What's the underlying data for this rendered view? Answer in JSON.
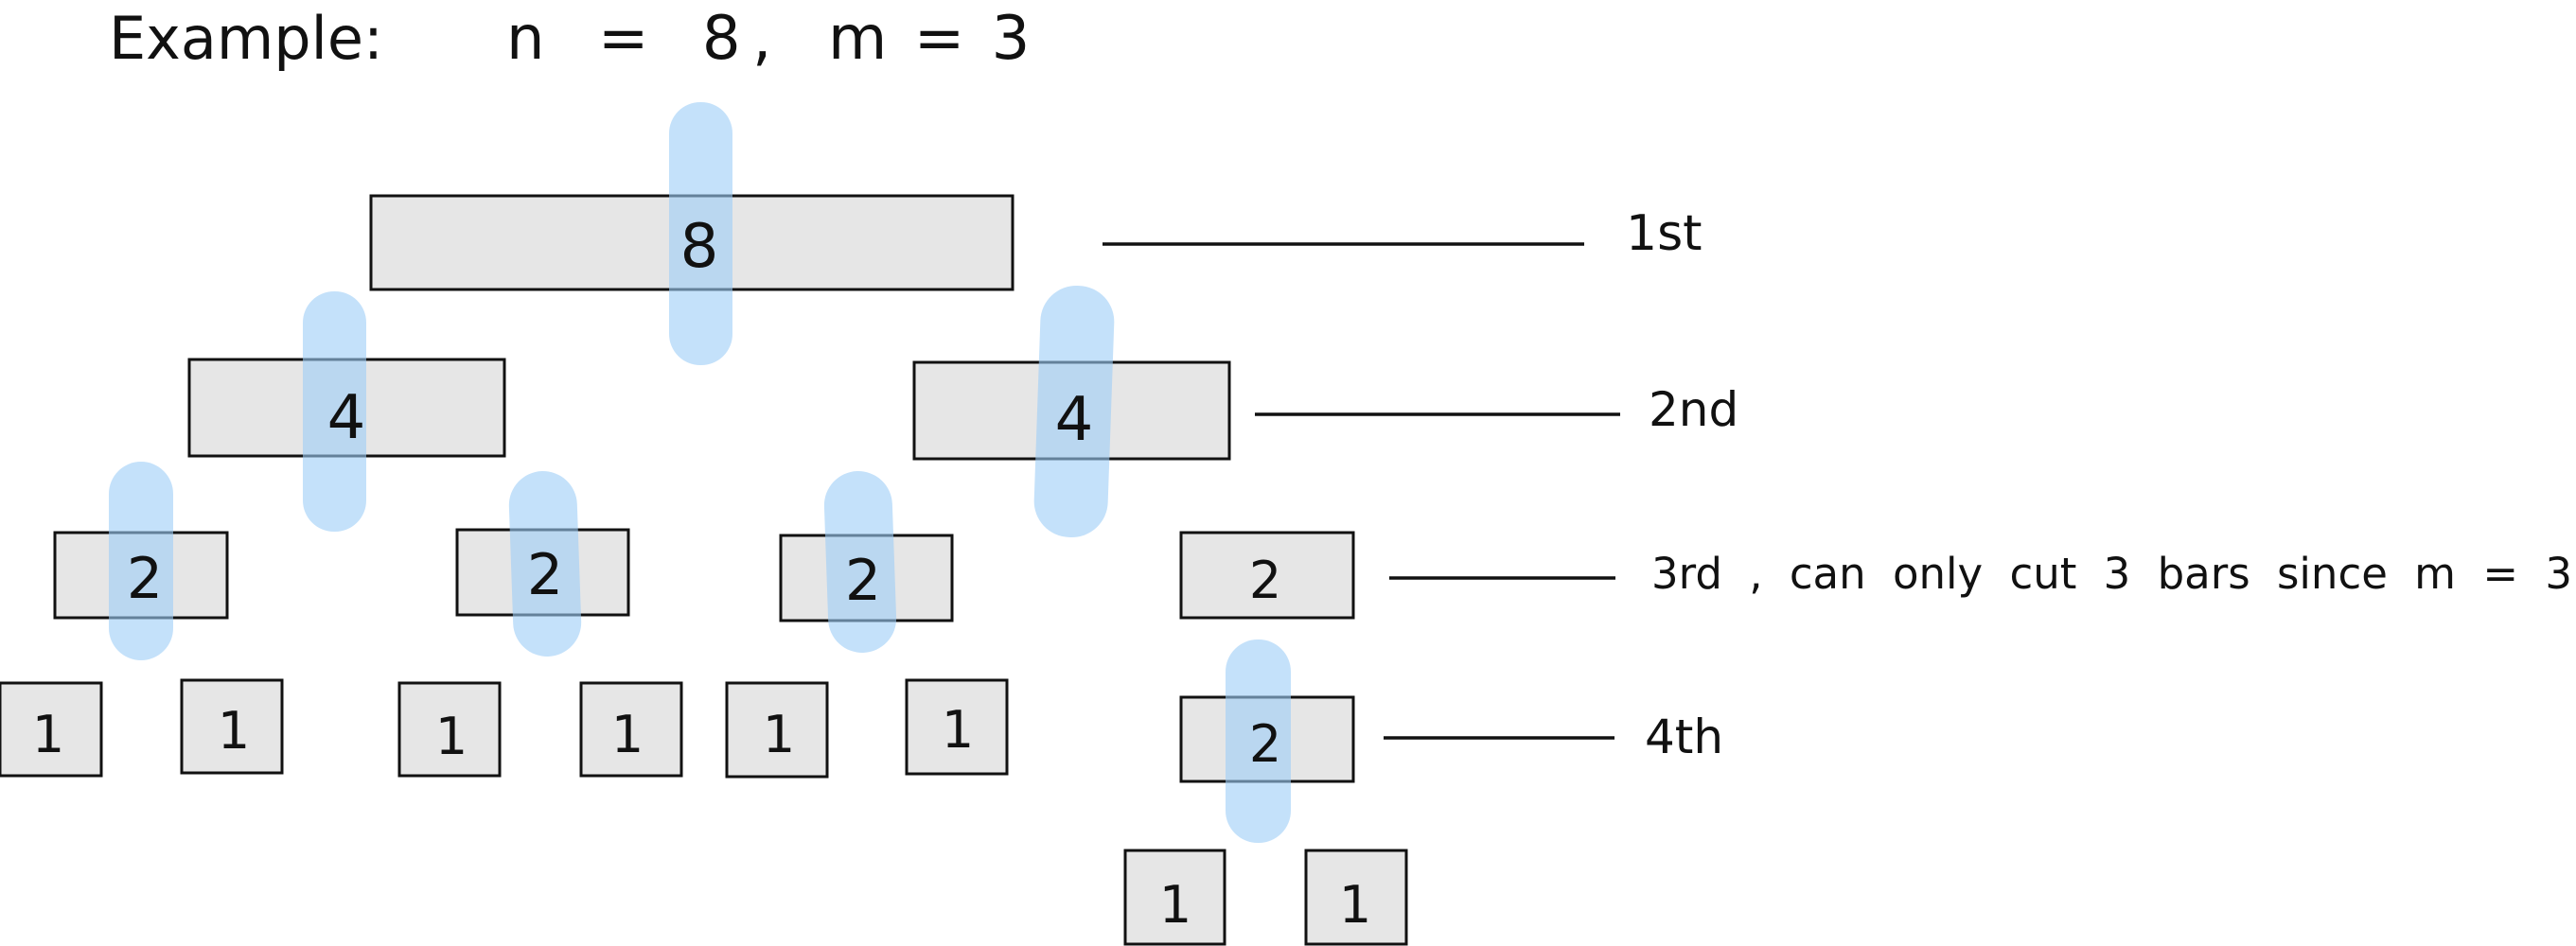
{
  "header": {
    "example_label": "Example:",
    "n_expr": "n = 8",
    "comma": ",",
    "m_expr": "m = 3"
  },
  "colors": {
    "bar_fill": "#e6e6e6",
    "cut_highlight": "#9ccdf6",
    "ink": "#111111"
  },
  "diagram": {
    "bars": {
      "b8": "8",
      "b4_left": "4",
      "b4_right": "4",
      "b2_a": "2",
      "b2_b": "2",
      "b2_c": "2",
      "b2_d": "2",
      "b2_e": "2",
      "b1_a": "1",
      "b1_b": "1",
      "b1_c": "1",
      "b1_d": "1",
      "b1_e": "1",
      "b1_f": "1",
      "b1_g": "1",
      "b1_h": "1"
    },
    "levels": {
      "first": "1st",
      "second": "2nd",
      "third": "3rd , can only cut 3 bars since m = 3.",
      "fourth": "4th"
    }
  }
}
